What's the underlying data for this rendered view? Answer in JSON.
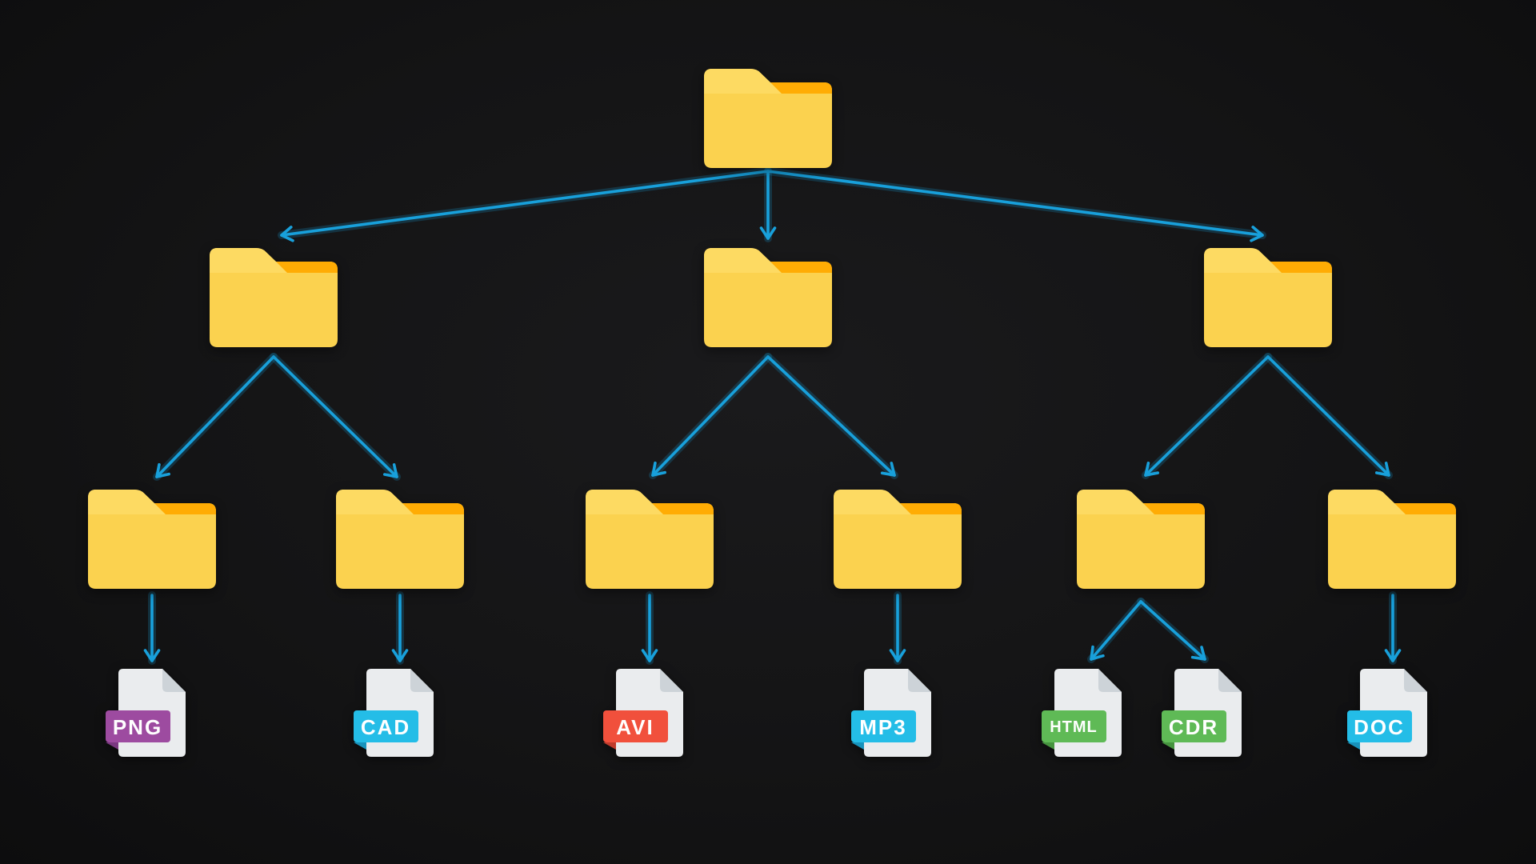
{
  "diagram": {
    "type": "folder-tree",
    "background_color": "#141415",
    "arrow_color": "#18A0DB",
    "folder_style": {
      "icon": "folder-icon",
      "body_color": "#FBD24F",
      "tab_color": "#FDDA62",
      "band_color": "#FFAC04"
    },
    "file_style": {
      "icon": "file-icon",
      "paper_color": "#EAECEE",
      "fold_color": "#CDD3D8",
      "label_text_color": "#FFFFFF"
    },
    "files": [
      {
        "label": "PNG",
        "band_color": "#9D4BA0",
        "fold_color": "#7A3880"
      },
      {
        "label": "CAD",
        "band_color": "#24BDE7",
        "fold_color": "#1893BC"
      },
      {
        "label": "AVI",
        "band_color": "#F1503C",
        "fold_color": "#C03B2C"
      },
      {
        "label": "MP3",
        "band_color": "#24BDE7",
        "fold_color": "#1893BC"
      },
      {
        "label": "HTML",
        "band_color": "#5FBA56",
        "fold_color": "#46943F"
      },
      {
        "label": "CDR",
        "band_color": "#5FBA56",
        "fold_color": "#46943F"
      },
      {
        "label": "DOC",
        "band_color": "#24BDE7",
        "fold_color": "#1893BC"
      }
    ],
    "tree": {
      "root": {
        "icon": "folder-icon",
        "children": [
          {
            "icon": "folder-icon",
            "children": [
              {
                "icon": "folder-icon",
                "files": [
                  "PNG"
                ]
              },
              {
                "icon": "folder-icon",
                "files": [
                  "CAD"
                ]
              }
            ]
          },
          {
            "icon": "folder-icon",
            "children": [
              {
                "icon": "folder-icon",
                "files": [
                  "AVI"
                ]
              },
              {
                "icon": "folder-icon",
                "files": [
                  "MP3"
                ]
              }
            ]
          },
          {
            "icon": "folder-icon",
            "children": [
              {
                "icon": "folder-icon",
                "files": [
                  "HTML",
                  "CDR"
                ]
              },
              {
                "icon": "folder-icon",
                "files": [
                  "DOC"
                ]
              }
            ]
          }
        ]
      }
    }
  }
}
